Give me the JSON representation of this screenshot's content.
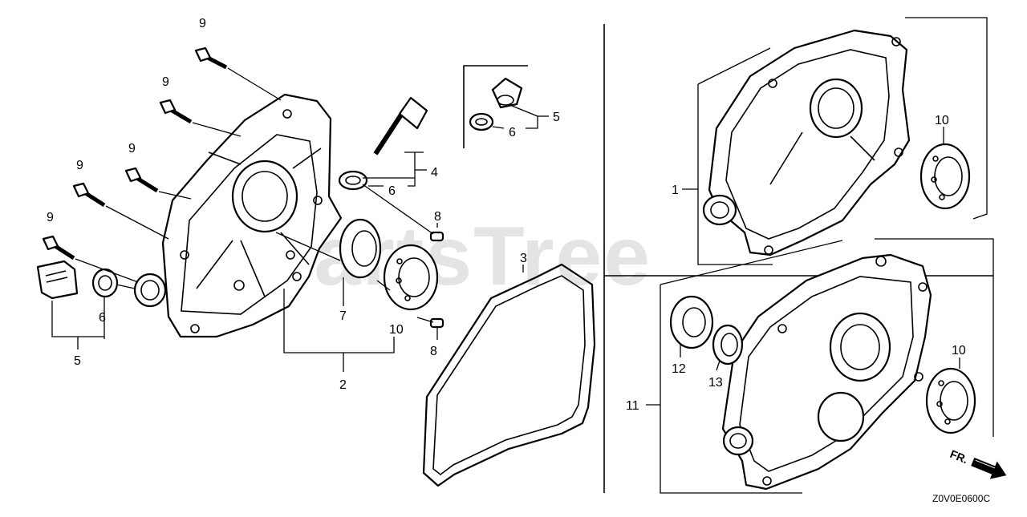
{
  "diagram": {
    "watermark": "PartsTree",
    "diagram_code": "Z0V0E0600C",
    "direction_marker": "FR.",
    "refs": {
      "r1": "1",
      "r2": "2",
      "r3": "3",
      "r4": "4",
      "r5a": "5",
      "r5b": "5",
      "r6a": "6",
      "r6b": "6",
      "r6c": "6",
      "r7": "7",
      "r8a": "8",
      "r8b": "8",
      "r9a": "9",
      "r9b": "9",
      "r9c": "9",
      "r9d": "9",
      "r9e": "9",
      "r10a": "10",
      "r10b": "10",
      "r10c": "10",
      "r11": "11",
      "r12": "12",
      "r13": "13"
    }
  }
}
